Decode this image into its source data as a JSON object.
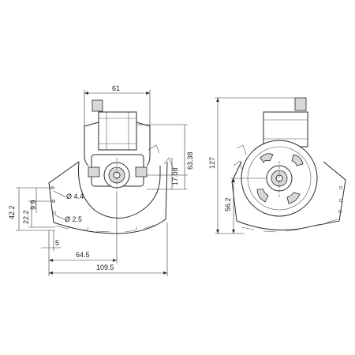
{
  "dimensions": {
    "width_61": "61",
    "height_63_38": "63.38",
    "height_17_08": "17.08",
    "height_127": "127",
    "height_56_2": "56.2",
    "height_42_2": "42.2",
    "height_22_2": "22.2",
    "pitch_9_9": "9.9",
    "hole_4_4": "Ø 4.4",
    "hole_2_5": "Ø 2.5",
    "offset_5": "5",
    "width_64_5": "64.5",
    "width_109_5": "109.5"
  },
  "colors": {
    "line": "#2a2a2a",
    "fill": "#d8d8d8"
  }
}
